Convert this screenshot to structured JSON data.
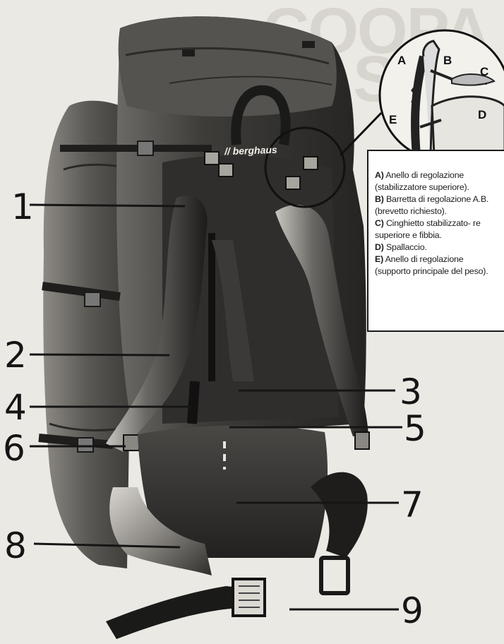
{
  "background_text": [
    "COOPA",
    "SE"
  ],
  "brand_label": "// berghaus",
  "callout_numbers": [
    "1",
    "2",
    "3",
    "4",
    "5",
    "6",
    "7",
    "8",
    "9"
  ],
  "detail_letters": [
    "A",
    "B",
    "C",
    "D",
    "E"
  ],
  "legend": [
    {
      "key": "A)",
      "text": "Anello di regolazione (stabilizzatore superiore)."
    },
    {
      "key": "B)",
      "text": "Barretta di regolazione A.B. (brevetto richiesto)."
    },
    {
      "key": "C)",
      "text": "Cinghietto stabilizzato- re superiore e fibbia."
    },
    {
      "key": "D)",
      "text": "Spallaccio."
    },
    {
      "key": "E)",
      "text": "Anello di regolazione (supporto principale del peso)."
    }
  ]
}
